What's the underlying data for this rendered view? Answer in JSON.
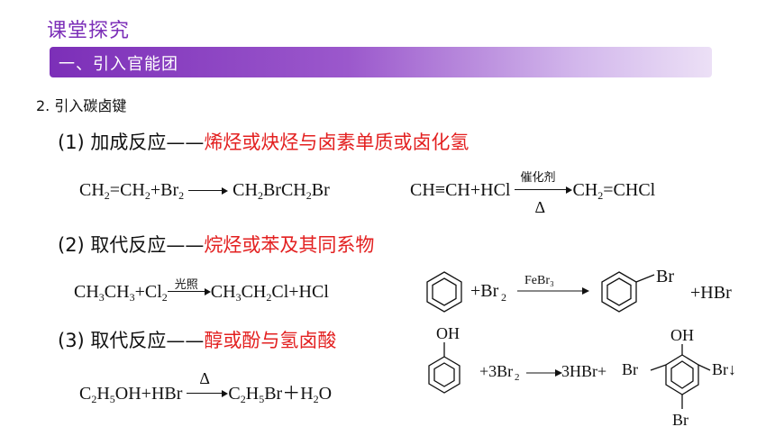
{
  "header": {
    "title": "课堂探究",
    "section_label": "一、引入官能团"
  },
  "sub_heading": "2. 引入碳卤键",
  "items": [
    {
      "label": "(1) 加成反应——",
      "highlight": "烯烃或炔烃与卤素单质或卤化氢"
    },
    {
      "label": "(2) 取代反应——",
      "highlight": "烷烃或苯及其同系物"
    },
    {
      "label": "(3) 取代反应——",
      "highlight": "醇或酚与氢卤酸"
    }
  ],
  "conditions": {
    "catalyst": "催化剂",
    "delta": "Δ",
    "light": "光照",
    "febr3": "FeBr₃"
  },
  "labels": {
    "br": "Br",
    "oh": "OH",
    "hbr_product": "+HBr",
    "precipitate": "Br↓"
  }
}
